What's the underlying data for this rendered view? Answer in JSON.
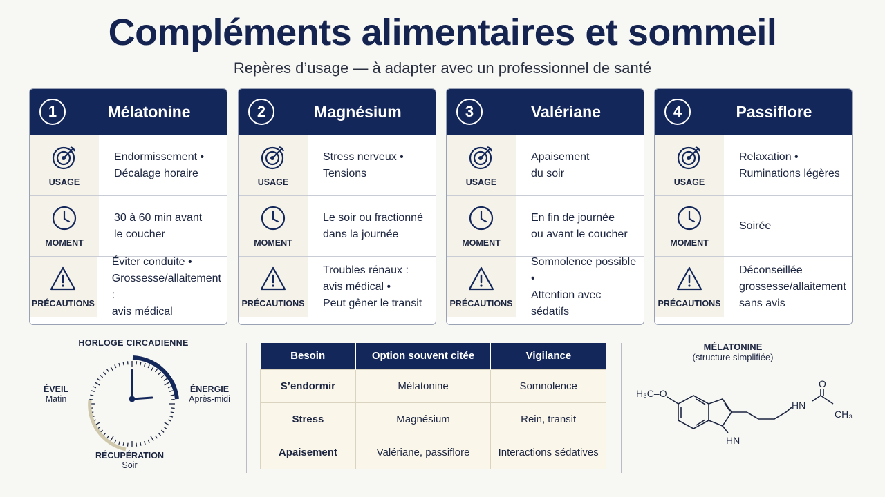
{
  "title": "Compléments alimentaires et sommeil",
  "subtitle": "Repères d’usage — à adapter avec un professionnel de santé",
  "row_labels": {
    "usage": "USAGE",
    "moment": "MOMENT",
    "precautions": "PRÉCAUTIONS"
  },
  "cards": [
    {
      "num": "1",
      "name": "Mélatonine",
      "usage": "Endormissement •\nDécalage horaire",
      "moment": "30 à 60 min avant\nle coucher",
      "precautions": "Éviter conduite •\nGrossesse/allaitement :\navis médical"
    },
    {
      "num": "2",
      "name": "Magnésium",
      "usage": "Stress nerveux •\nTensions",
      "moment": "Le soir ou fractionné\ndans la journée",
      "precautions": "Troubles rénaux :\navis médical •\nPeut gêner le transit"
    },
    {
      "num": "3",
      "name": "Valériane",
      "usage": "Apaisement\ndu soir",
      "moment": "En fin de journée\nou avant le coucher",
      "precautions": "Somnolence possible •\nAttention avec\nsédatifs"
    },
    {
      "num": "4",
      "name": "Passiflore",
      "usage": "Relaxation •\nRuminations légères",
      "moment": "Soirée",
      "precautions": "Déconseillée\ngrossesse/allaitement\nsans avis"
    }
  ],
  "clock": {
    "title": "HORLOGE CIRCADIENNE",
    "left_label": "ÉVEIL",
    "left_sub": "Matin",
    "right_label": "ÉNERGIE",
    "right_sub": "Après-midi",
    "bottom_label": "RÉCUPÉRATION",
    "bottom_sub": "Soir"
  },
  "table": {
    "headers": [
      "Besoin",
      "Option souvent citée",
      "Vigilance"
    ],
    "rows": [
      [
        "S’endormir",
        "Mélatonine",
        "Somnolence"
      ],
      [
        "Stress",
        "Magnésium",
        "Rein, transit"
      ],
      [
        "Apaisement",
        "Valériane, passiflore",
        "Interactions sédatives"
      ]
    ]
  },
  "molecule": {
    "title": "MÉLATONINE",
    "subtitle": "(structure simplifiée)",
    "h3co": "H₃C–O",
    "hn": "HN",
    "nh": "HN",
    "o": "O",
    "ch3": "CH₃"
  },
  "colors": {
    "navy": "#13275a",
    "cream": "#f5f2e9",
    "tan": "#cfc8ad"
  }
}
